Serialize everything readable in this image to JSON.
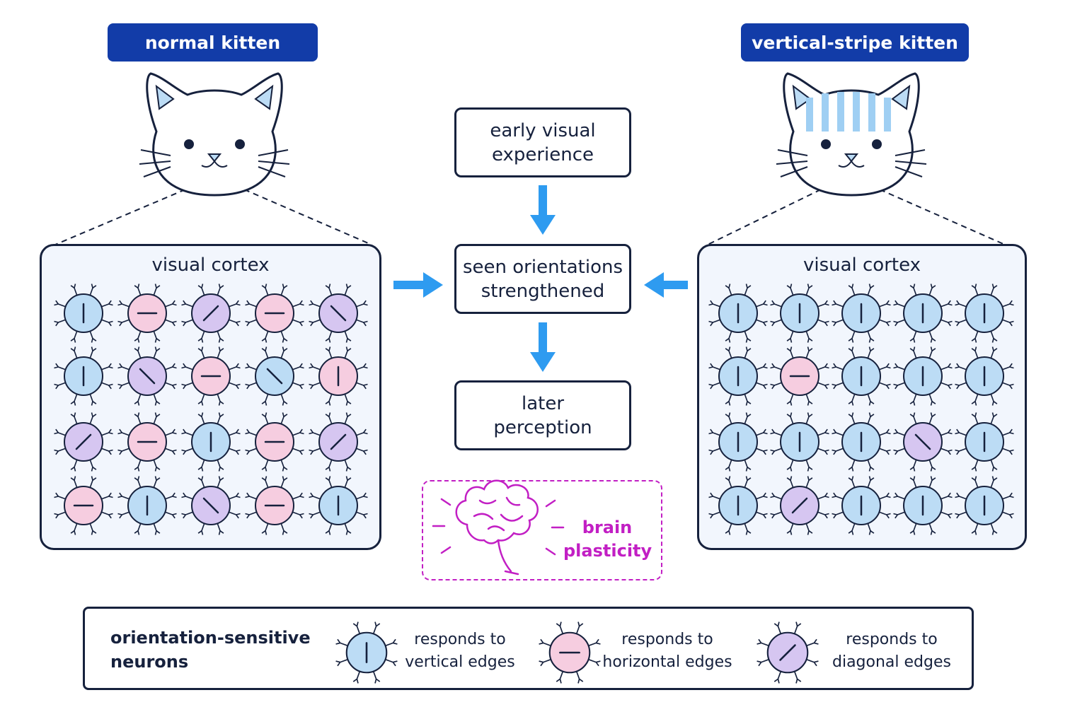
{
  "left_label": "normal kitten",
  "right_label": "vertical-stripe kitten",
  "panel_title": "visual cortex",
  "flow": {
    "step1": "early visual\nexperience",
    "step2": "seen orientations\nstrengthened",
    "step3": "later\nperception"
  },
  "plasticity_label": "brain\nplasticity",
  "legend": {
    "title": "orientation-sensitive\nneurons",
    "items": [
      {
        "orientation": "vertical",
        "text": "responds to\nvertical edges"
      },
      {
        "orientation": "horizontal",
        "text": "responds to\nhorizontal edges"
      },
      {
        "orientation": "diagonal",
        "text": "responds to\ndiagonal edges"
      }
    ]
  },
  "normal_cortex_grid": [
    [
      "vertical",
      "horizontal",
      "diagonal-up",
      "horizontal",
      "diagonal-down"
    ],
    [
      "vertical",
      "diagonal-down-violet",
      "horizontal",
      "diagonal-down-blue",
      "vertical-pink"
    ],
    [
      "diagonal-up",
      "horizontal",
      "vertical",
      "horizontal",
      "diagonal-up"
    ],
    [
      "horizontal",
      "vertical",
      "diagonal-down",
      "horizontal",
      "vertical"
    ]
  ],
  "stripe_cortex_grid": [
    [
      "vertical",
      "vertical",
      "vertical",
      "vertical",
      "vertical"
    ],
    [
      "vertical",
      "horizontal",
      "vertical",
      "vertical",
      "vertical"
    ],
    [
      "vertical",
      "vertical",
      "vertical",
      "diagonal-down",
      "vertical"
    ],
    [
      "vertical",
      "diagonal-up",
      "vertical",
      "vertical",
      "vertical"
    ]
  ],
  "colors": {
    "tag_bg": "#123ca8",
    "arrow": "#2e9bf0",
    "outline": "#16213d",
    "panel_bg": "#f2f6fd",
    "vertical_fill": "#bcdcf5",
    "horizontal_fill": "#f6cde0",
    "diagonal_fill": "#d6c6f1",
    "plasticity": "#c21fc4",
    "stripe": "#9fcff3"
  },
  "icons": [
    "cat-icon",
    "brain-icon",
    "arrow-right-icon",
    "arrow-left-icon",
    "arrow-down-icon",
    "neuron-icon"
  ]
}
